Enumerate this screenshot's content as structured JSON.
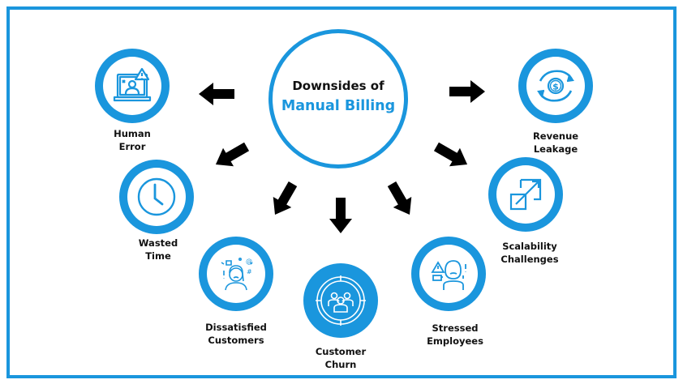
{
  "title": {
    "line1": "Downsides of",
    "line2": "Manual Billing"
  },
  "colors": {
    "accent": "#1a96dd",
    "text": "#111111",
    "arrow": "#000000"
  },
  "nodes": [
    {
      "id": "human-error",
      "icon": "computer-user-warning-icon",
      "label_line1": "Human",
      "label_line2": "Error"
    },
    {
      "id": "revenue-leakage",
      "icon": "dollar-cycle-icon",
      "label_line1": "Revenue",
      "label_line2": "Leakage"
    },
    {
      "id": "wasted-time",
      "icon": "clock-icon",
      "label_line1": "Wasted",
      "label_line2": "Time"
    },
    {
      "id": "scalability-challenges",
      "icon": "scale-expand-icon",
      "label_line1": "Scalability",
      "label_line2": "Challenges"
    },
    {
      "id": "dissatisfied-customers",
      "icon": "angry-customer-icon",
      "label_line1": "Dissatisfied",
      "label_line2": "Customers"
    },
    {
      "id": "customer-churn",
      "icon": "people-target-icon",
      "label_line1": "Customer",
      "label_line2": "Churn"
    },
    {
      "id": "stressed-employees",
      "icon": "stressed-person-icon",
      "label_line1": "Stressed",
      "label_line2": "Employees"
    }
  ],
  "arrows": [
    {
      "to": "human-error",
      "direction": "left"
    },
    {
      "to": "revenue-leakage",
      "direction": "right"
    },
    {
      "to": "wasted-time",
      "direction": "down-left"
    },
    {
      "to": "scalability-challenges",
      "direction": "down-right"
    },
    {
      "to": "dissatisfied-customers",
      "direction": "down-left"
    },
    {
      "to": "customer-churn",
      "direction": "down"
    },
    {
      "to": "stressed-employees",
      "direction": "down-right"
    }
  ]
}
